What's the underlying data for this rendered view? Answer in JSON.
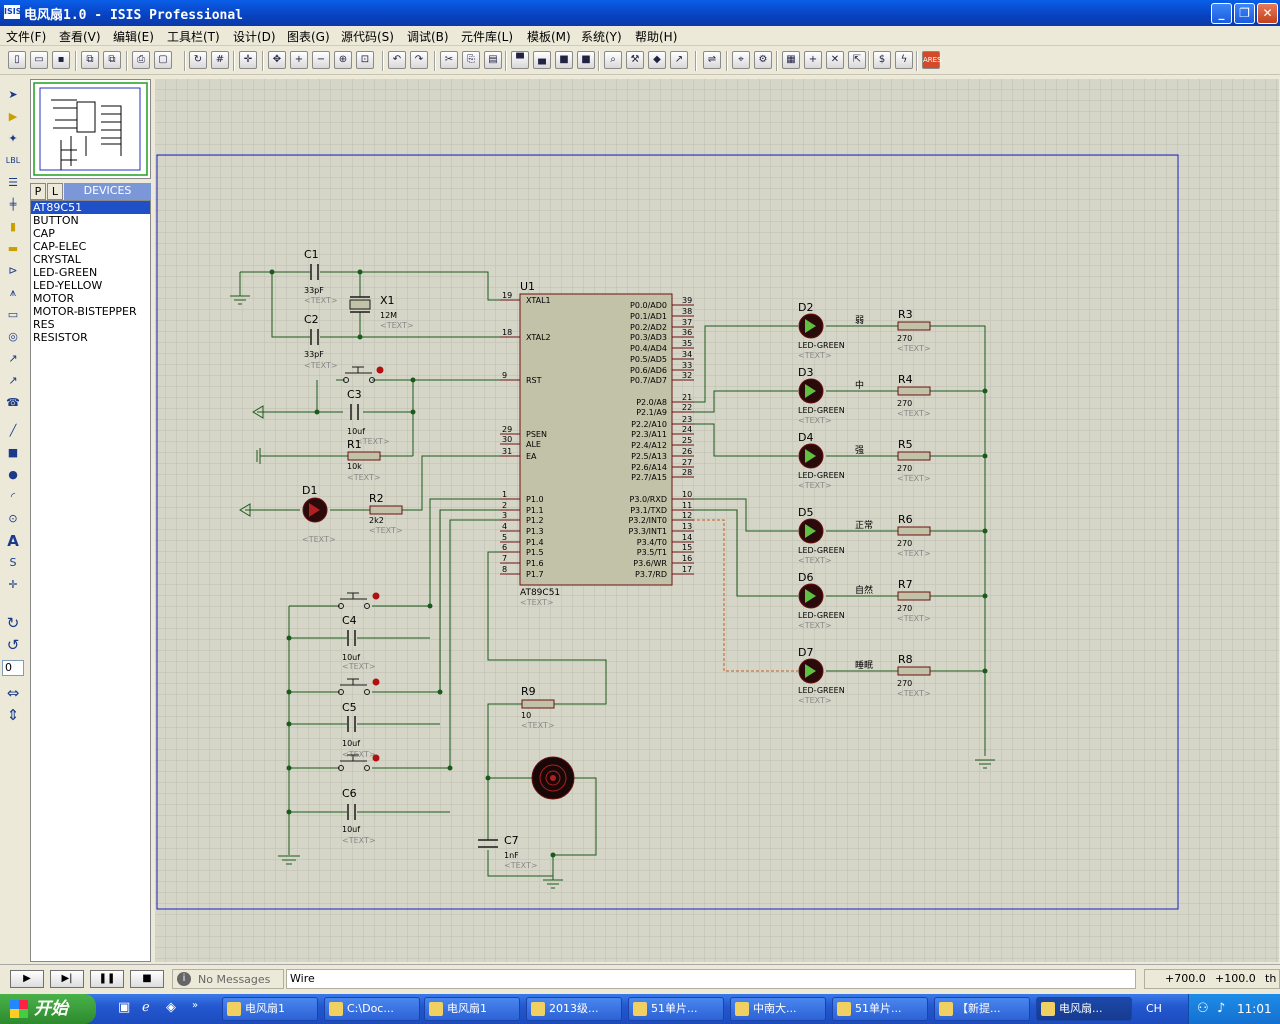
{
  "window": {
    "title": "电风扇1.0 - ISIS Professional",
    "icon_label": "ISIS"
  },
  "menu": [
    "文件(F)",
    "查看(V)",
    "编辑(E)",
    "工具栏(T)",
    "设计(D)",
    "图表(G)",
    "源代码(S)",
    "调试(B)",
    "元件库(L)",
    "模板(M)",
    "系统(Y)",
    "帮助(H)"
  ],
  "device_panel": {
    "tab_p": "P",
    "tab_l": "L",
    "title": "DEVICES",
    "devices": [
      "AT89C51",
      "BUTTON",
      "CAP",
      "CAP-ELEC",
      "CRYSTAL",
      "LED-GREEN",
      "LED-YELLOW",
      "MOTOR",
      "MOTOR-BISTEPPER",
      "RES",
      "RESISTOR"
    ],
    "selected": "AT89C51"
  },
  "rotation_value": "0",
  "schematic": {
    "chip": {
      "ref": "U1",
      "part": "AT89C51",
      "text": "<TEXT>",
      "left_pins": [
        {
          "n": "19",
          "name": "XTAL1"
        },
        {
          "n": "18",
          "name": "XTAL2"
        },
        {
          "n": "9",
          "name": "RST"
        },
        {
          "n": "29",
          "name": "PSEN"
        },
        {
          "n": "30",
          "name": "ALE"
        },
        {
          "n": "31",
          "name": "EA"
        },
        {
          "n": "1",
          "name": "P1.0"
        },
        {
          "n": "2",
          "name": "P1.1"
        },
        {
          "n": "3",
          "name": "P1.2"
        },
        {
          "n": "4",
          "name": "P1.3"
        },
        {
          "n": "5",
          "name": "P1.4"
        },
        {
          "n": "6",
          "name": "P1.5"
        },
        {
          "n": "7",
          "name": "P1.6"
        },
        {
          "n": "8",
          "name": "P1.7"
        }
      ],
      "right_pins": [
        {
          "n": "39",
          "name": "P0.0/AD0"
        },
        {
          "n": "38",
          "name": "P0.1/AD1"
        },
        {
          "n": "37",
          "name": "P0.2/AD2"
        },
        {
          "n": "36",
          "name": "P0.3/AD3"
        },
        {
          "n": "35",
          "name": "P0.4/AD4"
        },
        {
          "n": "34",
          "name": "P0.5/AD5"
        },
        {
          "n": "33",
          "name": "P0.6/AD6"
        },
        {
          "n": "32",
          "name": "P0.7/AD7"
        },
        {
          "n": "21",
          "name": "P2.0/A8"
        },
        {
          "n": "22",
          "name": "P2.1/A9"
        },
        {
          "n": "23",
          "name": "P2.2/A10"
        },
        {
          "n": "24",
          "name": "P2.3/A11"
        },
        {
          "n": "25",
          "name": "P2.4/A12"
        },
        {
          "n": "26",
          "name": "P2.5/A13"
        },
        {
          "n": "27",
          "name": "P2.6/A14"
        },
        {
          "n": "28",
          "name": "P2.7/A15"
        },
        {
          "n": "10",
          "name": "P3.0/RXD"
        },
        {
          "n": "11",
          "name": "P3.1/TXD"
        },
        {
          "n": "12",
          "name": "P3.2/INT0"
        },
        {
          "n": "13",
          "name": "P3.3/INT1"
        },
        {
          "n": "14",
          "name": "P3.4/T0"
        },
        {
          "n": "15",
          "name": "P3.5/T1"
        },
        {
          "n": "16",
          "name": "P3.6/WR"
        },
        {
          "n": "17",
          "name": "P3.7/RD"
        }
      ]
    },
    "leds": [
      {
        "ref": "D2",
        "part": "LED-GREEN",
        "label": "弱"
      },
      {
        "ref": "D3",
        "part": "LED-GREEN",
        "label": "中"
      },
      {
        "ref": "D4",
        "part": "LED-GREEN",
        "label": "强"
      },
      {
        "ref": "D5",
        "part": "LED-GREEN",
        "label": "正常"
      },
      {
        "ref": "D6",
        "part": "LED-GREEN",
        "label": "自然"
      },
      {
        "ref": "D7",
        "part": "LED-GREEN",
        "label": "睡眠"
      }
    ],
    "resistors_right": [
      {
        "ref": "R3",
        "value": "270"
      },
      {
        "ref": "R4",
        "value": "270"
      },
      {
        "ref": "R5",
        "value": "270"
      },
      {
        "ref": "R6",
        "value": "270"
      },
      {
        "ref": "R7",
        "value": "270"
      },
      {
        "ref": "R8",
        "value": "270"
      }
    ],
    "c1": {
      "ref": "C1",
      "value": "33pF"
    },
    "c2": {
      "ref": "C2",
      "value": "33pF"
    },
    "x1": {
      "ref": "X1",
      "value": "12M"
    },
    "c3": {
      "ref": "C3",
      "value": "10uf"
    },
    "r1": {
      "ref": "R1",
      "value": "10k"
    },
    "d1": {
      "ref": "D1"
    },
    "r2": {
      "ref": "R2",
      "value": "2k2"
    },
    "c4": {
      "ref": "C4",
      "value": "10uf"
    },
    "c5": {
      "ref": "C5",
      "value": "10uf"
    },
    "c6": {
      "ref": "C6",
      "value": "10uf"
    },
    "r9": {
      "ref": "R9",
      "value": "10"
    },
    "c7": {
      "ref": "C7",
      "value": "1nF"
    },
    "text_placeholder": "<TEXT>"
  },
  "status": {
    "messages": "No Messages",
    "wire": "Wire",
    "x": "+700.0",
    "y": "+100.0",
    "unit": "th"
  },
  "taskbar": {
    "start": "开始",
    "tasks": [
      "电风扇1",
      "C:\\Doc...",
      "电风扇1",
      "2013级...",
      "51单片...",
      "中南大...",
      "51单片...",
      "【新提...",
      "电风扇..."
    ],
    "active": 8,
    "lang": "CH",
    "clock": "11:01"
  }
}
